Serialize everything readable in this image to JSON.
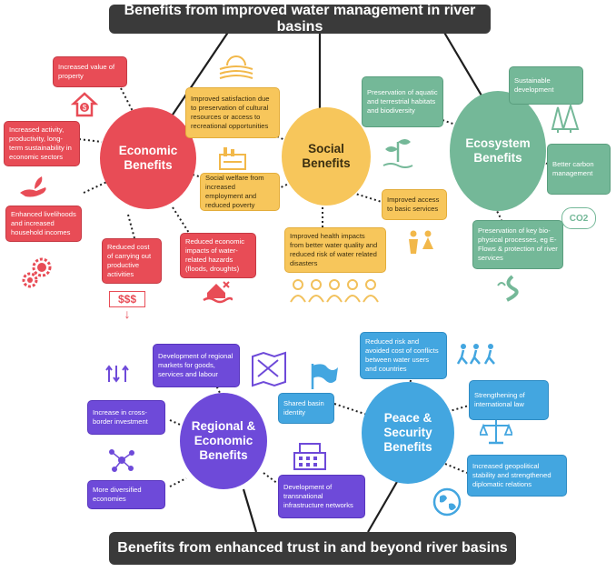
{
  "top_banner": "Benefits from improved water management in river basins",
  "bottom_banner": "Benefits from enhanced trust in and beyond river basins",
  "hubs": {
    "economic": "Economic Benefits",
    "social": "Social Benefits",
    "ecosystem": "Ecosystem Benefits",
    "regional": "Regional & Economic Benefits",
    "peace": "Peace & Security Benefits"
  },
  "economic_boxes": {
    "property": "Increased value of property",
    "activity": "Increased activity, productivity, long-term sustainability in economic sectors",
    "livelihoods": "Enhanced livelihoods and increased household incomes",
    "productive_cost": "Reduced cost of carrying out productive activities",
    "hazards": "Reduced economic impacts of water-related hazards (floods, droughts)"
  },
  "social_boxes": {
    "satisfaction": "Improved satisfaction due to preservation of cultural resources or access to recreational opportunities",
    "welfare": "Social welfare from increased employment and reduced poverty",
    "health": "Improved health impacts from better water quality and reduced risk of water related disasters",
    "basic_services": "Improved access to basic services"
  },
  "ecosystem_boxes": {
    "habitats": "Preservation of aquatic and terrestrial habitats and biodiversity",
    "sustainable": "Sustainable development",
    "carbon": "Better carbon management",
    "processes": "Preservation of key bio-physical processes, eg E-Flows & protection of river services"
  },
  "regional_boxes": {
    "markets": "Development of regional markets for goods, services and labour",
    "investment": "Increase in cross-border investment",
    "economies": "More diversified economies",
    "infrastructure": "Development of transnational infrastructure networks"
  },
  "peace_boxes": {
    "conflicts": "Reduced risk and avoided cost of conflicts between water users and countries",
    "identity": "Shared basin identity",
    "law": "Strengthening of international law",
    "stability": "Increased geopolitical stability and strengthened diplomatic relations"
  },
  "icon_text": {
    "dollars": "$$$",
    "co2": "CO2"
  },
  "colors": {
    "economic": "#e84c56",
    "social": "#f7c65b",
    "ecosystem": "#74b898",
    "regional": "#6e4ad9",
    "peace": "#43a6e0",
    "banner": "#3a3a3a"
  }
}
